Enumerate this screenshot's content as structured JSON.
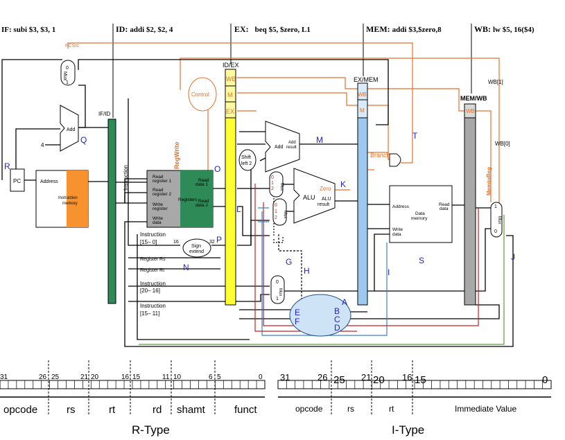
{
  "stages": {
    "if": {
      "name": "IF:",
      "instr": "subi $3, $3, 1"
    },
    "id": {
      "name": "ID:",
      "instr": "addi $2, $2, 4"
    },
    "ex": {
      "name": "EX:",
      "instr": "beq $5, $zero, L1"
    },
    "mem": {
      "name": "MEM:",
      "instr": "addi $3,$zero,8"
    },
    "wb": {
      "name": "WB:",
      "instr": "lw $5, 16($4)"
    }
  },
  "regs": {
    "ifid": "IF/ID",
    "idex": "ID/EX",
    "exmem": "EX/MEM",
    "memwb": "MEM/WB"
  },
  "ctrl": {
    "wb": "WB",
    "m": "M",
    "ex": "EX",
    "control": "Control",
    "pcsrc": "PCSrc",
    "branch": "Branch",
    "regwrite": "RegWrite",
    "memtoreg": "MemtoReg",
    "zero": "Zero",
    "wb1": "WB[1]",
    "wb0": "WB[0]"
  },
  "blocks": {
    "pc": "PC",
    "address": "Address",
    "imem1": "Instruction",
    "imem2": "memory",
    "add": "Add",
    "four": "4",
    "instruction": "Instruction",
    "rr1a": "Read",
    "rr1b": "register 1",
    "rr2a": "Read",
    "rr2b": "register 2",
    "wra": "Write",
    "wrb": "register",
    "wda": "Write",
    "wdb": "data",
    "registers": "Registers",
    "rd1a": "Read",
    "rd1b": "data 1",
    "rd2a": "Read",
    "rd2b": "data 2",
    "sl1": "Shift",
    "sl2": "left 2",
    "addr1": "Add",
    "addr2": "result",
    "alu": "ALU",
    "alur1": "ALU",
    "alur2": "result",
    "se1": "Sign",
    "se2": "extend",
    "n16": "16",
    "n32": "32",
    "dm_addr": "Address",
    "dm1": "Data",
    "dm2": "memory",
    "dm_rd1": "Read",
    "dm_rd2": "data",
    "dm_wd1": "Write",
    "dm_wd2": "data",
    "i150a": "Instruction",
    "i150b": "[15– 0]",
    "rs": "Register Rs",
    "rt": "Register Rt",
    "i2016a": "Instruction",
    "i2016b": "[20– 16]",
    "i1511a": "Instruction",
    "i1511b": "[15– 11]",
    "mux": "Mux"
  },
  "letters": [
    "A",
    "B",
    "C",
    "D",
    "E",
    "F",
    "G",
    "H",
    "I",
    "J",
    "K",
    "L",
    "M",
    "N",
    "O",
    "P",
    "Q",
    "R",
    "S",
    "T"
  ],
  "rtype": {
    "bits": [
      "31",
      "26",
      "25",
      "21",
      "20",
      "16",
      "15",
      "11",
      "10",
      "6",
      "5",
      "0"
    ],
    "fields": [
      "opcode",
      "rs",
      "rt",
      "rd",
      "shamt",
      "funct"
    ],
    "label": "R-Type"
  },
  "itype": {
    "bits": [
      "31",
      "26",
      "25",
      "21",
      "20",
      "16",
      "15",
      "0"
    ],
    "fields": [
      "opcode",
      "rs",
      "rt",
      "Immediate Value"
    ],
    "label": "I-Type"
  },
  "colors": {
    "orange": "#e8702a",
    "green": "#2e8b57",
    "yellow": "#ffff33",
    "blue": "#9ec9ef",
    "gray": "#a8a8a8",
    "imem": "#f8922e"
  }
}
